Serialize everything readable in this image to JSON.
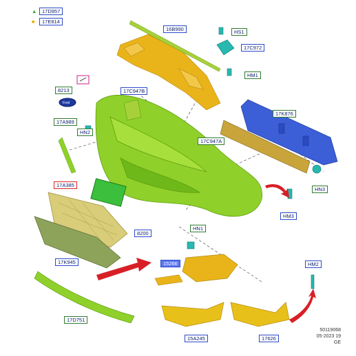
{
  "legend": [
    {
      "symbol": "▲",
      "symbol_color": "#3aa33a",
      "code": "17D957"
    },
    {
      "symbol": "■",
      "symbol_color": "#e8b000",
      "code": "17E814"
    }
  ],
  "labels": {
    "l16B990": "16B990",
    "lHS1": "HS1",
    "l17C972": "17C972",
    "lHM1_top": "HM1",
    "l8213": "8213",
    "l17C947B": "17C947B",
    "lHN2": "HN2",
    "l17A989": "17A989",
    "l17K876": "17K876",
    "l17C947A": "17C947A",
    "l17A385": "17A385",
    "lHN3": "HN3",
    "lHM3": "HM3",
    "lHN1": "HN1",
    "l8200": "8200",
    "l17K945": "17K945",
    "l15266": "15266",
    "lHM2": "HM2",
    "l17D751": "17D751",
    "l15A245": "15A245",
    "l17626": "17626"
  },
  "footer": {
    "line1": "50119068",
    "line2": "05-2023 19",
    "line3": "GE"
  },
  "colors": {
    "bumper_green": "#8fd12a",
    "bracket_yellow": "#e8b41a",
    "beam_blue": "#3c5fd8",
    "clip_cyan": "#27b8b0",
    "arrow_red": "#d81f26",
    "label_green": "#2f7a2f",
    "label_blue": "#2a48c8"
  }
}
